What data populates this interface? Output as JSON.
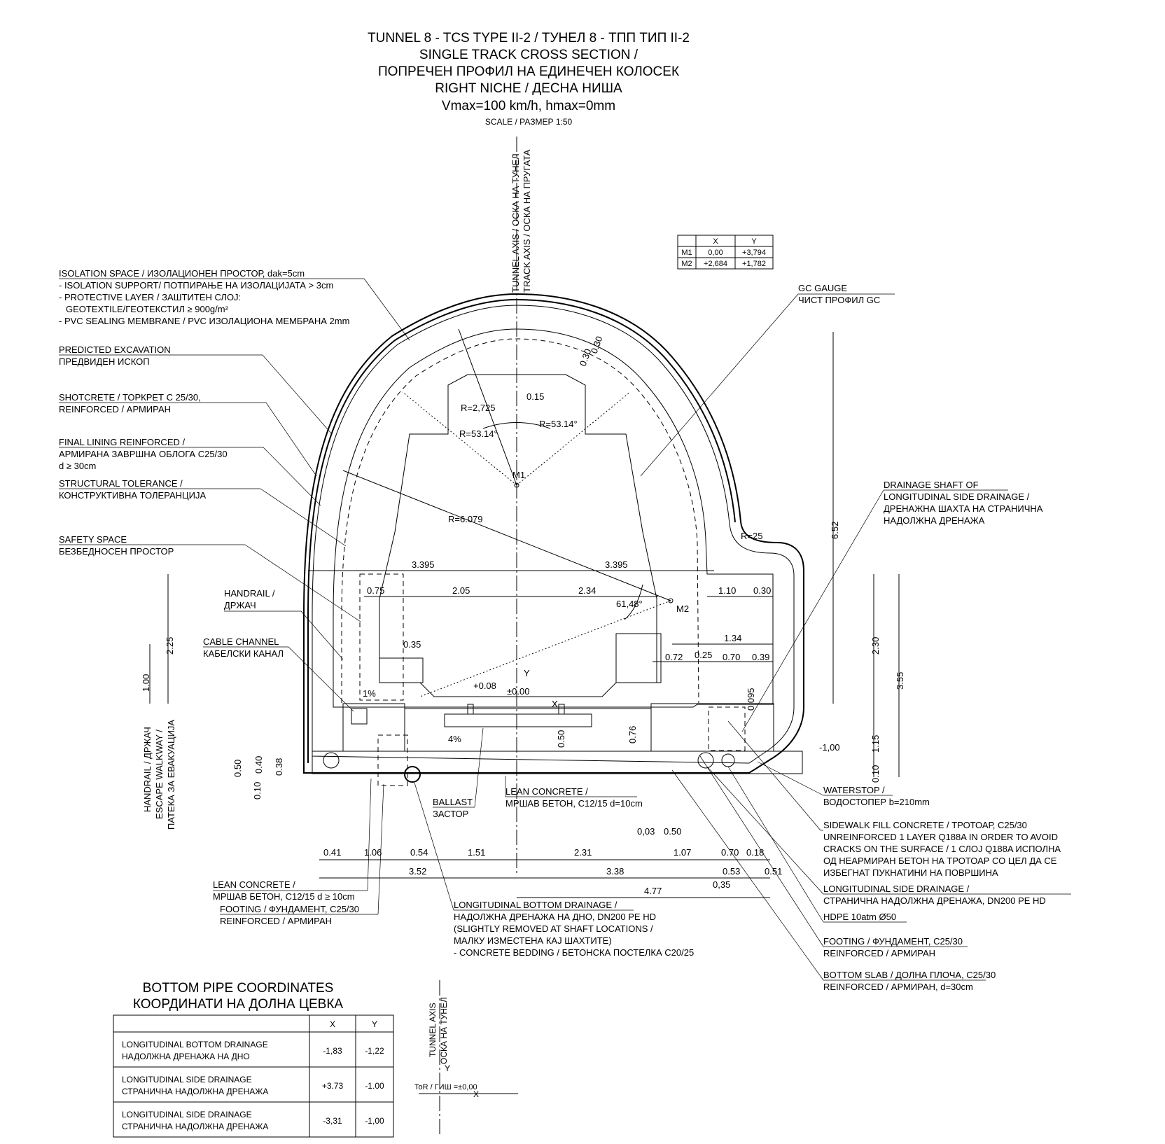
{
  "title": {
    "line1": "TUNNEL 8 - TCS TYPE II-2 / ТУНЕЛ 8 - ТПП ТИП II-2",
    "line2": "SINGLE TRACK CROSS SECTION /",
    "line3": "ПОПРЕЧЕН ПРОФИЛ НА ЕДИНЕЧЕН КОЛОСЕК",
    "line4": "RIGHT NICHE / ДЕСНА НИША",
    "line5": "Vmax=100 km/h, hmax=0mm",
    "scale": "SCALE / РАЗМЕР 1:50"
  },
  "axes": {
    "tunnel_axis": "TUNNEL AXIS / ОСКА НА ТУНЕЛ",
    "track_axis": "TRACK AXIS / ОСКА НА ПРУГАТА",
    "small_axis_1": "TUNNEL AXIS",
    "small_axis_2": "ОСКА НА ТУНЕЛ",
    "tor_label": "ToR / ГИШ =±0,00",
    "x_label": "X",
    "y_label": "Y"
  },
  "m_table": {
    "headers": [
      "",
      "X",
      "Y"
    ],
    "rows": [
      [
        "M1",
        "0,00",
        "+3,794"
      ],
      [
        "M2",
        "+2,684",
        "+1,782"
      ]
    ]
  },
  "left_labels": {
    "isolation_1": "ISOLATION SPACE / ИЗОЛАЦИОНЕН ПРОСТОР, dak=5cm",
    "isolation_2": "- ISOLATION SUPPORT/ ПОТПИРАЊЕ НА ИЗОЛАЦИЈАТА > 3cm",
    "isolation_3": "- PROTECTIVE LAYER / ЗАШТИТЕН СЛОЈ:",
    "isolation_4": "GEOTEXTILE/ГЕОТЕКСТИЛ ≥ 900g/m²",
    "isolation_5": "- PVC SEALING MEMBRANE / PVC ИЗОЛАЦИОНА МЕМБРАНА 2mm",
    "excavation_1": "PREDICTED EXCAVATION",
    "excavation_2": "ПРЕДВИДЕН ИСКОП",
    "shotcrete_1": "SHOTCRETE / ТОРКРЕТ C 25/30,",
    "shotcrete_2": "REINFORCED / АРМИРАН",
    "lining_1": "FINAL LINING REINFORCED /",
    "lining_2": "АРМИРАНА ЗАВРШНА ОБЛОГА  C25/30",
    "lining_3": "d ≥ 30cm",
    "tolerance_1": "STRUCTURAL TOLERANCE /",
    "tolerance_2": "КОНСТРУКТИВНА ТОЛЕРАНЦИЈА",
    "safety_1": "SAFETY SPACE",
    "safety_2": "БЕЗБЕДНОСЕН ПРОСТОР",
    "handrail_1": "HANDRAIL /",
    "handrail_2": "ДРЖАЧ",
    "cable_1": "CABLE CHANNEL",
    "cable_2": "КАБЕЛСКИ КАНАЛ",
    "walkway_1": "HANDRAIL / ДРЖАЧ",
    "walkway_2": "ESCAPE WALKWAY /",
    "walkway_3": "ПАТЕКА ЗА ЕВАКУАЦИЈА",
    "lean_1": "LEAN CONCRETE /",
    "lean_2": "МРШАВ БЕТОН, C12/15 d ≥ 10cm",
    "footing_1": "FOOTING / ФУНДАМЕНТ, C25/30",
    "footing_2": "REINFORCED / АРМИРАН"
  },
  "center_labels": {
    "ballast_1": "BALLAST",
    "ballast_2": "ЗАСТОР",
    "lean_c_1": "LEAN CONCRETE /",
    "lean_c_2": "МРШАВ БЕТОН, C12/15 d=10cm",
    "bottom_drain_1": "LONGITUDINAL BOTTOM DRAINAGE /",
    "bottom_drain_2": "НАДОЛЖНА ДРЕНАЖА НА ДНО, DN200 PE HD",
    "bottom_drain_3": "(SLIGHTLY REMOVED AT SHAFT LOCATIONS /",
    "bottom_drain_4": "МАЛКУ ИЗМЕСТЕНА КАЈ ШАХТИТЕ)",
    "bottom_drain_5": "- CONCRETE BEDDING / БЕТОНСКА ПОСТЕЛКА C20/25"
  },
  "right_labels": {
    "gc_1": "GC GAUGE",
    "gc_2": "ЧИСТ ПРОФИЛ GC",
    "shaft_1": "DRAINAGE SHAFT OF",
    "shaft_2": "LONGITUDINAL SIDE DRAINAGE /",
    "shaft_3": "ДРЕНАЖНА ШАХТА НА СТРАНИЧНА",
    "shaft_4": "НАДОЛЖНА ДРЕНАЖА",
    "waterstop_1": "WATERSTOP /",
    "waterstop_2": "ВОДОСТОПЕР b=210mm",
    "sidewalk_1": "SIDEWALK FILL CONCRETE / ТРОТОАР, C25/30",
    "sidewalk_2": "UNREINFORCED 1 LAYER Q188A IN ORDER TO AVOID",
    "sidewalk_3": "CRACKS ON THE SURFACE / 1 СЛОЈ Q188A ИСПОЛНА",
    "sidewalk_4": "ОД НЕАРМИРАН БЕТОН НА ТРОТОАР СО ЦЕЛ ДА СЕ",
    "sidewalk_5": "ИЗБЕГНАТ ПУКНАТИНИ НА ПОВРШИНА",
    "side_drain_1": "LONGITUDINAL SIDE DRAINAGE /",
    "side_drain_2": "СТРАНИЧНА НАДОЛЖНА ДРЕНАЖА, DN200 PE HD",
    "hdpe": "HDPE 10atm Ø50",
    "footing_r_1": "FOOTING / ФУНДАМЕНТ, C25/30",
    "footing_r_2": "REINFORCED / АРМИРАН",
    "slab_1": "BOTTOM SLAB / ДОЛНА ПЛОЧА, C25/30",
    "slab_2": "REINFORCED / АРМИРАН, d=30cm"
  },
  "geometry_labels": {
    "r_2725": "R=2,725",
    "r_6079": "R=6.079",
    "r_25": "R=25",
    "ang_l": "R=53.14°",
    "ang_r": "R=53.14°",
    "ang_m2": "61,48°",
    "m1": "M1",
    "m2": "M2",
    "lvl_p008": "+0.08",
    "lvl_000": "±0.00",
    "lvl_m100": "-1,00",
    "slope_1": "1%",
    "slope_4": "4%",
    "y_mark": "Y",
    "x_mark": "X"
  },
  "dimensions": {
    "d_015": "0.15",
    "d_030a": "0.30",
    "d_030b": "0.30",
    "d_3395a": "3.395",
    "d_3395b": "3.395",
    "d_075": "0.75",
    "d_205": "2.05",
    "d_234": "2.34",
    "d_110": "1.10",
    "d_030c": "0.30",
    "d_035": "0.35",
    "d_134": "1.34",
    "d_072": "0.72",
    "d_025": "0.25",
    "d_070": "0.70",
    "d_039": "0.39",
    "d_0095": "0.095",
    "d_050v": "0.50",
    "d_076": "0.76",
    "d_652": "6.52",
    "d_230": "2.30",
    "d_355": "3.55",
    "d_115": "1.15",
    "d_010r": "0.10",
    "d_225": "2.25",
    "d_100": "1.00",
    "d_050l": "0.50",
    "d_040": "0.40",
    "d_038": "0.38",
    "d_010l": "0.10",
    "d_003": "0,03",
    "d_050h": "0.50",
    "b_041": "0.41",
    "b_106": "1.06",
    "b_054": "0.54",
    "b_151": "1.51",
    "b_231": "2.31",
    "b_107": "1.07",
    "b_070": "0.70",
    "b_018": "0.18",
    "b_352": "3.52",
    "b_338": "3.38",
    "b_053": "0.53",
    "b_051": "0.51",
    "b_035": "0,35",
    "b_477": "4.77"
  },
  "pipe_table": {
    "title_1": "BOTTOM PIPE COORDINATES",
    "title_2": "КООРДИНАТИ НА ДОЛНА ЦЕВКА",
    "col_x": "X",
    "col_y": "Y",
    "rows": [
      {
        "name_1": "LONGITUDINAL BOTTOM DRAINAGE",
        "name_2": "НАДОЛЖНА ДРЕНАЖА НА ДНО",
        "x": "-1,83",
        "y": "-1,22"
      },
      {
        "name_1": "LONGITUDINAL SIDE DRAINAGE",
        "name_2": "СТРАНИЧНА НАДОЛЖНА ДРЕНАЖА",
        "x": "+3.73",
        "y": "-1.00"
      },
      {
        "name_1": "LONGITUDINAL SIDE DRAINAGE",
        "name_2": "СТРАНИЧНА НАДОЛЖНА ДРЕНАЖА",
        "x": "-3,31",
        "y": "-1,00"
      }
    ]
  }
}
